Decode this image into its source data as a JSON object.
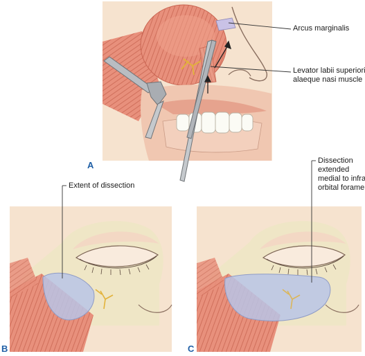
{
  "panels": [
    {
      "letter": "A",
      "labels": [
        "Arcus marginalis",
        "Levator labii superioris\nalaeque nasi muscle"
      ]
    },
    {
      "letter": "B",
      "labels": [
        "Extent of dissection"
      ]
    },
    {
      "letter": "C",
      "labels": [
        "Dissection\nextended\nmedial to infra-\norbital foramen"
      ]
    }
  ],
  "colors": {
    "skin": "#f6e3cf",
    "muscle": "#e8907c",
    "muscle_stripe": "#c96552",
    "bone": "#efe6c6",
    "dissection_area": "#b9c4e6",
    "nerve": "#e2b23a",
    "tooth": "#fbfbf5",
    "instrument": "#b9bdc2",
    "panel_letter": "#1f5fa6"
  },
  "icons": [
    "retractor-instrument",
    "forceps-instrument",
    "nerve-branch",
    "arrow-up"
  ]
}
